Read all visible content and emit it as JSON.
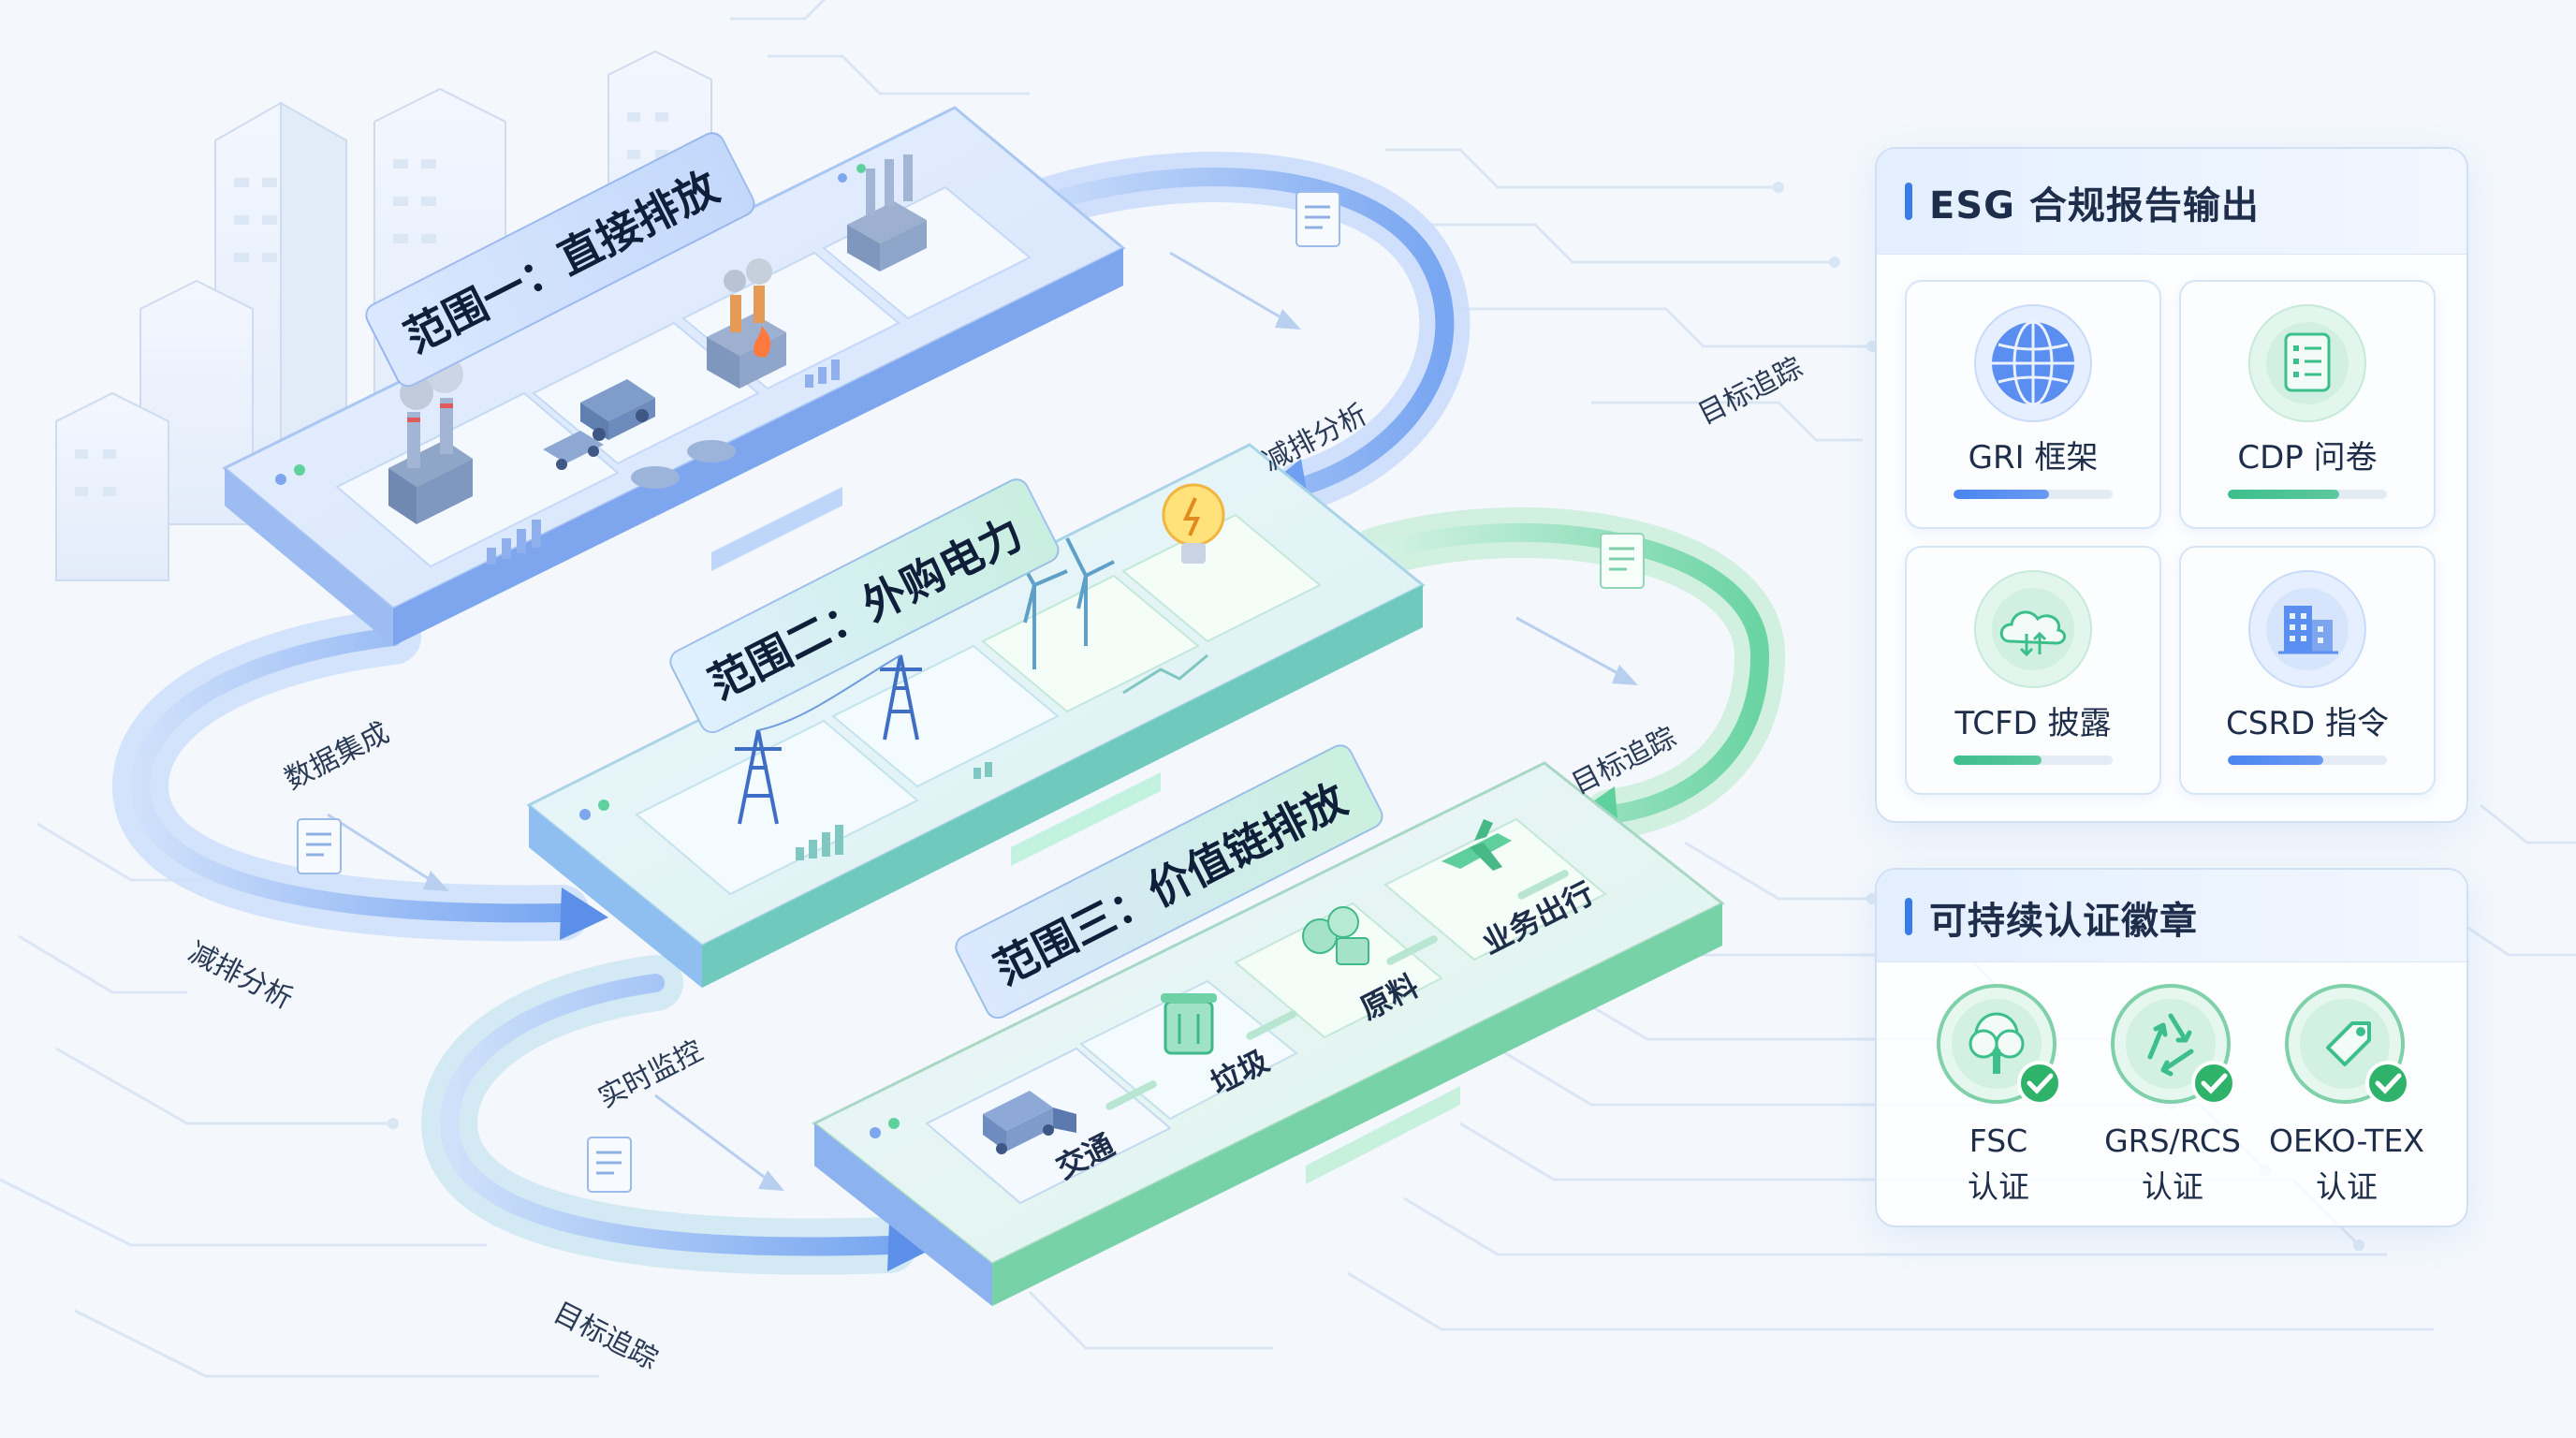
{
  "scopes": [
    {
      "title": "范围一：直接排放"
    },
    {
      "title": "范围二：外购电力"
    },
    {
      "title": "范围三：价值链排放"
    }
  ],
  "scope3_tiles": [
    "交通",
    "垃圾",
    "原料",
    "业务出行"
  ],
  "flow_labels": {
    "reduction_top": "减排分析",
    "target_top_right": "目标追踪",
    "data_integration": "数据集成",
    "target_mid": "目标追踪",
    "reduction_left": "减排分析",
    "realtime": "实时监控",
    "target_bottom": "目标追踪"
  },
  "esg_panel": {
    "title": "ESG 合规报告输出",
    "items": [
      {
        "label": "GRI 框架",
        "icon": "globe-icon",
        "progress": 0.6,
        "color": "#4a86f0"
      },
      {
        "label": "CDP 问卷",
        "icon": "checklist-icon",
        "progress": 0.7,
        "color": "#3cbf8a"
      },
      {
        "label": "TCFD 披露",
        "icon": "cloud-sync-icon",
        "progress": 0.55,
        "color": "#3cbf8a"
      },
      {
        "label": "CSRD 指令",
        "icon": "building-icon",
        "progress": 0.6,
        "color": "#4a86f0"
      }
    ]
  },
  "cert_panel": {
    "title": "可持续认证徽章",
    "items": [
      {
        "line1": "FSC",
        "line2": "认证",
        "icon": "tree-icon"
      },
      {
        "line1": "GRS/RCS",
        "line2": "认证",
        "icon": "recycle-icon"
      },
      {
        "line1": "OEKO-TEX",
        "line2": "认证",
        "icon": "tag-icon"
      }
    ]
  },
  "colors": {
    "blue": "#4a86f0",
    "green": "#3cbf8a",
    "check": "#2fb26a"
  }
}
